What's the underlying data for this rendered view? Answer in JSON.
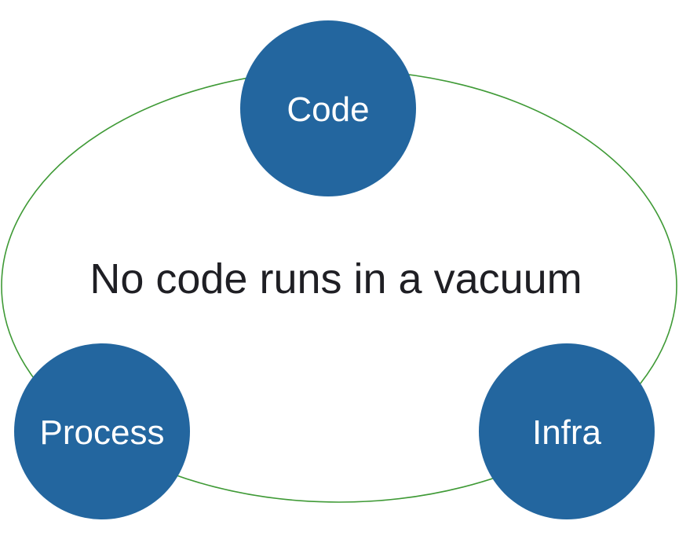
{
  "diagram": {
    "caption": "No code runs in a vacuum",
    "nodes": [
      {
        "id": "code",
        "label": "Code"
      },
      {
        "id": "process",
        "label": "Process"
      },
      {
        "id": "infra",
        "label": "Infra"
      }
    ],
    "colors": {
      "node_fill": "#23669f",
      "node_text": "#ffffff",
      "cycle_stroke": "#3f9a36",
      "caption_text": "#1f1f24",
      "background": "#ffffff"
    }
  }
}
